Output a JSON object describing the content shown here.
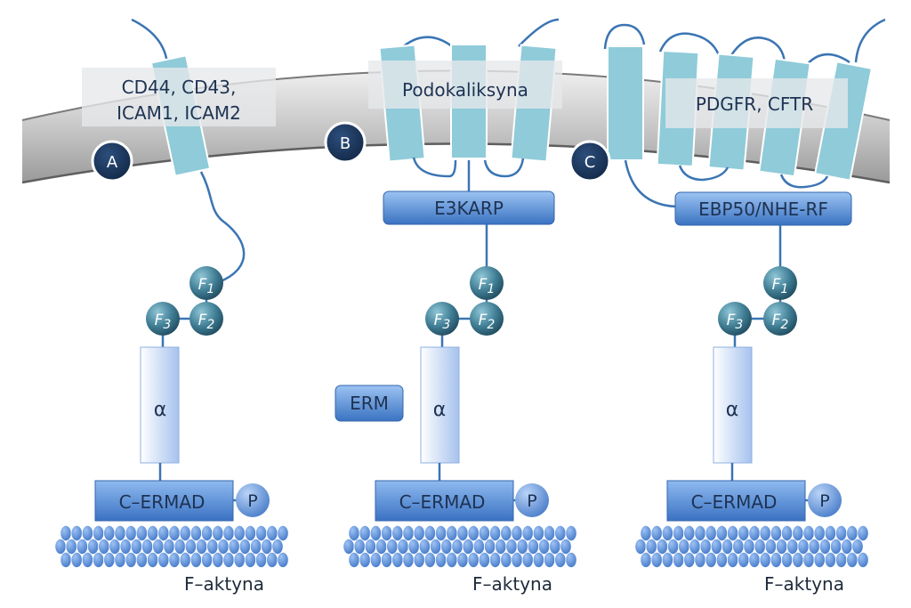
{
  "colors": {
    "membrane_top": "#e8e8e8",
    "membrane_bottom": "#9c9c9c",
    "membrane_edge": "#6a6a6a",
    "transmembrane": "#8fcbd9",
    "transmembrane_edge": "#ffffff",
    "tether": "#3b75b3",
    "badge": "#1b3558",
    "adaptor_light": "#8ab6ee",
    "adaptor_dark": "#3c75c4",
    "ferm_light": "#7fb6c6",
    "ferm_dark": "#234e62",
    "alpha_light": "#f3f7ff",
    "alpha_dark": "#a9c4ee",
    "actin": "#4f87da",
    "phospho": "#5b8fd8",
    "label_box": "#e9ebee",
    "label_text": "#1e3252"
  },
  "panels": [
    {
      "badge": "A",
      "membrane_label": [
        "CD44, CD43,",
        "ICAM1, ICAM2"
      ],
      "adaptor": "",
      "ferm": [
        "F",
        "1",
        "F",
        "2",
        "F",
        "3"
      ],
      "alpha": "α",
      "cermad": "C–ERMAD",
      "phospho": "P",
      "actin": "F–aktyna"
    },
    {
      "badge": "B",
      "membrane_label": [
        "Podokaliksyna"
      ],
      "adaptor": "E3KARP",
      "ferm": [
        "F",
        "1",
        "F",
        "2",
        "F",
        "3"
      ],
      "alpha": "α",
      "cermad": "C–ERMAD",
      "phospho": "P",
      "actin": "F–aktyna",
      "side_box": "ERM"
    },
    {
      "badge": "C",
      "membrane_label": [
        "PDGFR, CFTR"
      ],
      "adaptor": "EBP50/NHE-RF",
      "ferm": [
        "F",
        "1",
        "F",
        "2",
        "F",
        "3"
      ],
      "alpha": "α",
      "cermad": "C–ERMAD",
      "phospho": "P",
      "actin": "F–aktyna"
    }
  ]
}
